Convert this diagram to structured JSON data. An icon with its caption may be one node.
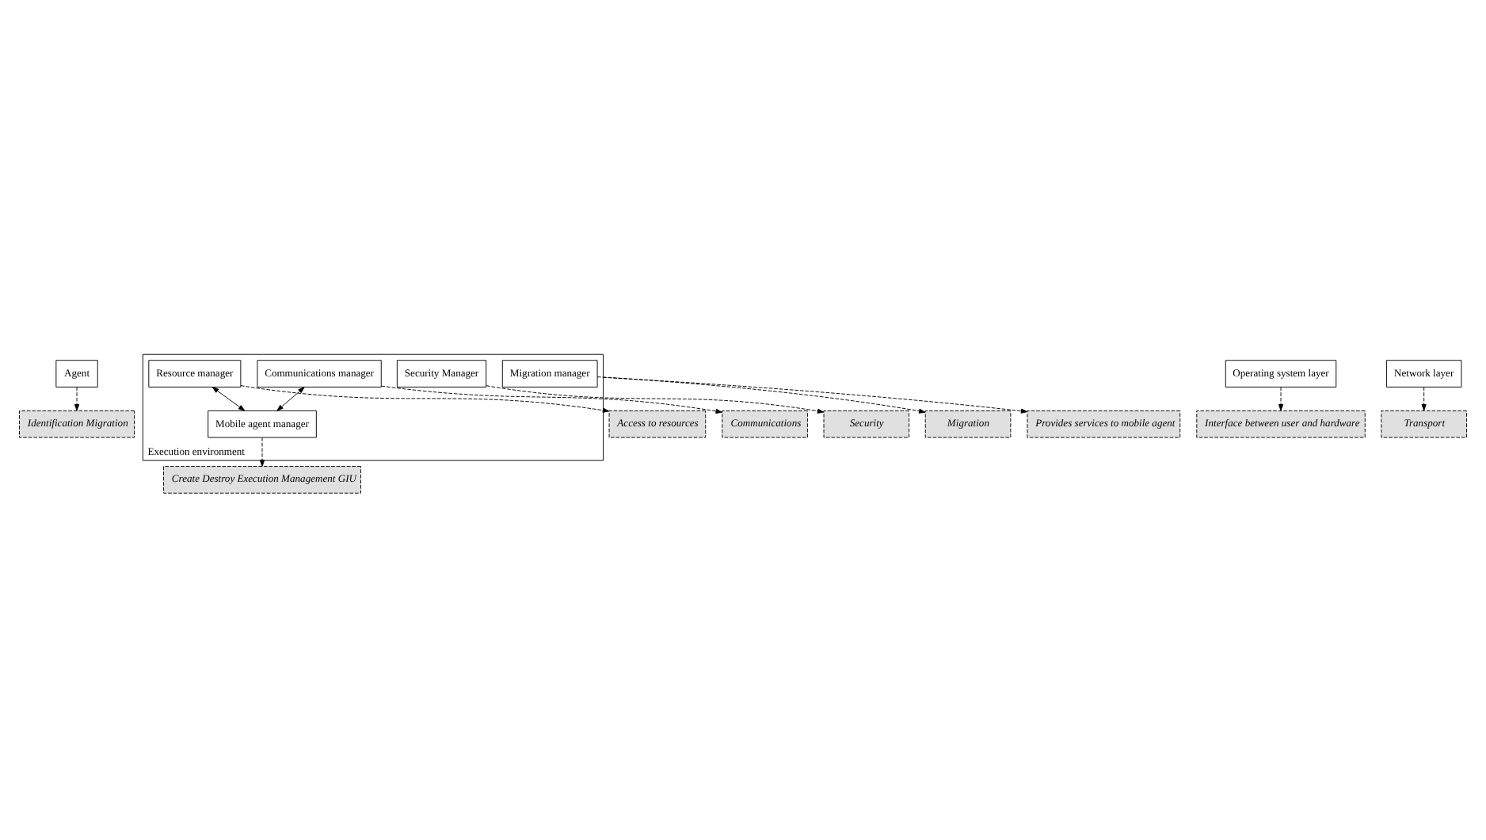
{
  "diagram": {
    "nodes": [
      {
        "text": [
          "Agent"
        ]
      },
      {
        "text": [
          "Execution environment"
        ]
      },
      {
        "text": [
          "Resource manager"
        ],
        "in": 1
      },
      {
        "text": [
          "Communications manager"
        ],
        "in": 1
      },
      {
        "text": [
          "Mobile agent manager"
        ],
        "in": 1
      },
      {
        "text": [
          "Security Manager"
        ],
        "in": 1
      },
      {
        "text": [
          "Migration manager"
        ],
        "in": 1
      },
      {
        "text": [
          "Operating system layer"
        ]
      },
      {
        "text": [
          "Network layer"
        ]
      },
      {
        "text": [
          "Identification Migration"
        ]
      },
      {
        "text": [
          "Access to resources"
        ]
      },
      {
        "text": [
          "Communications"
        ]
      },
      {
        "text": [
          "Create Destroy Execution Management GIU"
        ]
      },
      {
        "text": [
          "Security"
        ]
      },
      {
        "text": [
          "Migration"
        ]
      },
      {
        "text": [
          "Provides services to mobile agent"
        ]
      },
      {
        "text": [
          "Interface between user and hardware"
        ]
      },
      {
        "text": [
          "Transport"
        ]
      }
    ],
    "edges": [
      {
        "from": 0,
        "to": 9,
        "arrow": "to",
        "style": "dashed"
      },
      {
        "from": 2,
        "to": 10,
        "arrow": "to",
        "style": "dashed"
      },
      {
        "from": 3,
        "to": 11,
        "arrow": "to",
        "style": "dashed"
      },
      {
        "from": 2,
        "to": 4,
        "arrow": "both"
      },
      {
        "from": 3,
        "to": 4,
        "arrow": "both"
      },
      {
        "from": 4,
        "to": 12,
        "arrow": "to",
        "style": "dashed"
      },
      {
        "from": 5,
        "to": 13,
        "arrow": "to",
        "style": "dashed"
      },
      {
        "from": 6,
        "to": 14,
        "arrow": "to",
        "style": "dashed"
      },
      {
        "from": 1,
        "to": 15,
        "arrow": "to",
        "style": "dashed"
      },
      {
        "from": 7,
        "to": 16,
        "arrow": "to",
        "style": "dashed"
      },
      {
        "from": 8,
        "to": 17,
        "arrow": "to",
        "style": "dashed"
      }
    ]
  }
}
